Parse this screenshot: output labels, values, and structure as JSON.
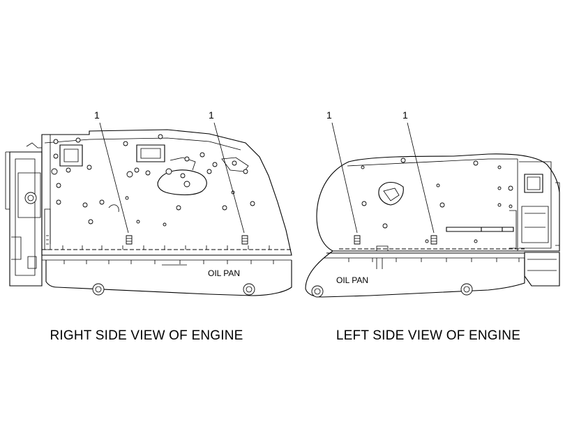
{
  "views": [
    {
      "caption": "RIGHT SIDE VIEW OF ENGINE",
      "part_label": "OIL PAN",
      "callouts": [
        "1",
        "1"
      ]
    },
    {
      "caption": "LEFT SIDE VIEW OF ENGINE",
      "part_label": "OIL PAN",
      "callouts": [
        "1",
        "1"
      ]
    }
  ],
  "colors": {
    "line": "#000000",
    "background": "#ffffff"
  }
}
